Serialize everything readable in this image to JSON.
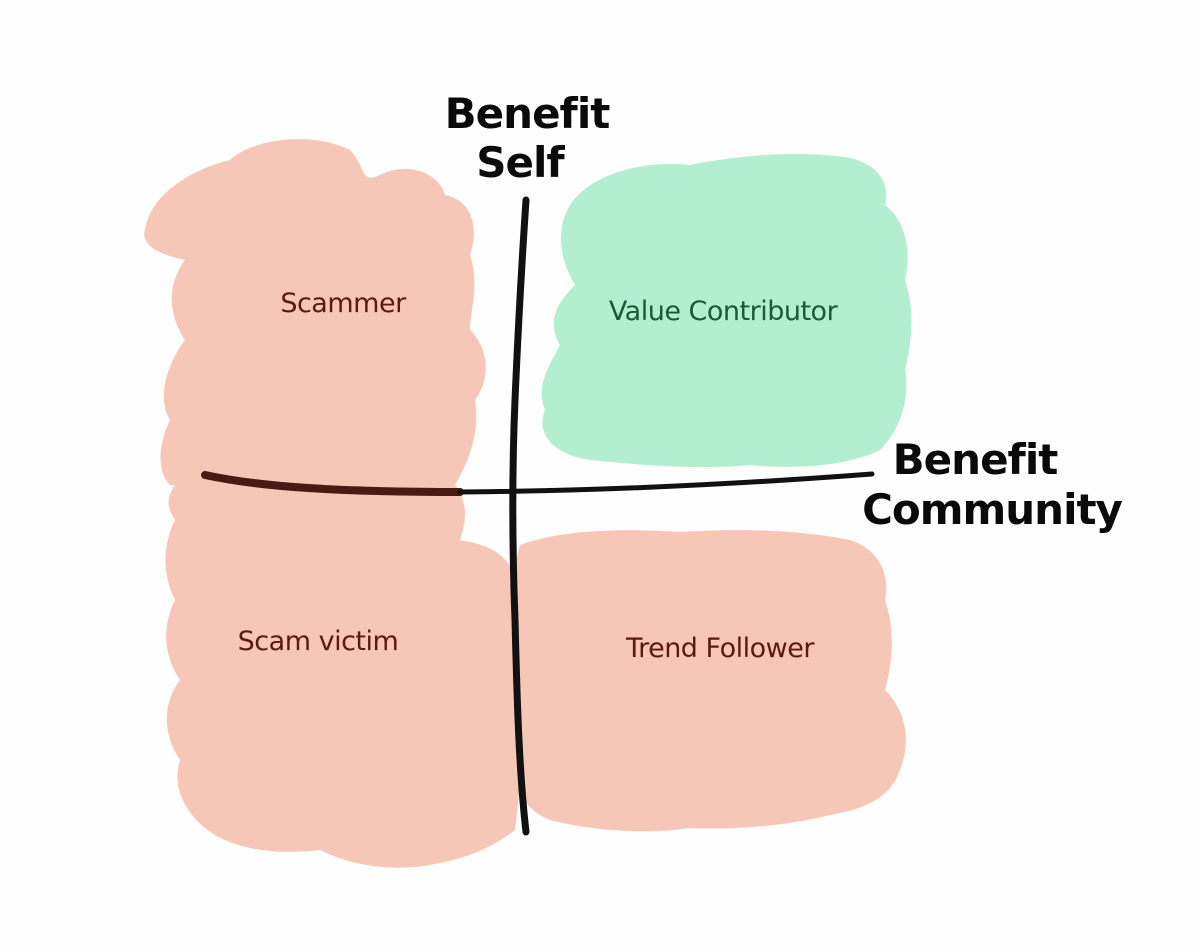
{
  "axes": {
    "vertical_label_line1": "Benefit",
    "vertical_label_line2": "Self",
    "horizontal_label_line1": "Benefit",
    "horizontal_label_line2": "Community"
  },
  "quadrants": {
    "top_left": {
      "label": "Scammer",
      "fill": "#f6c6b7",
      "text_color": "#5a1a12"
    },
    "top_right": {
      "label": "Value Contributor",
      "fill": "#b3eed1",
      "text_color": "#1d5a34"
    },
    "bottom_left": {
      "label": "Scam victim",
      "fill": "#f6c6b7",
      "text_color": "#5a1a12"
    },
    "bottom_right": {
      "label": "Trend Follower",
      "fill": "#f6c6b7",
      "text_color": "#5a1a12"
    }
  },
  "colors": {
    "axis_line": "#111111",
    "axis_line_overlap": "#4a1a12",
    "axis_text": "#0a0a0a",
    "background": "#fefefe"
  }
}
